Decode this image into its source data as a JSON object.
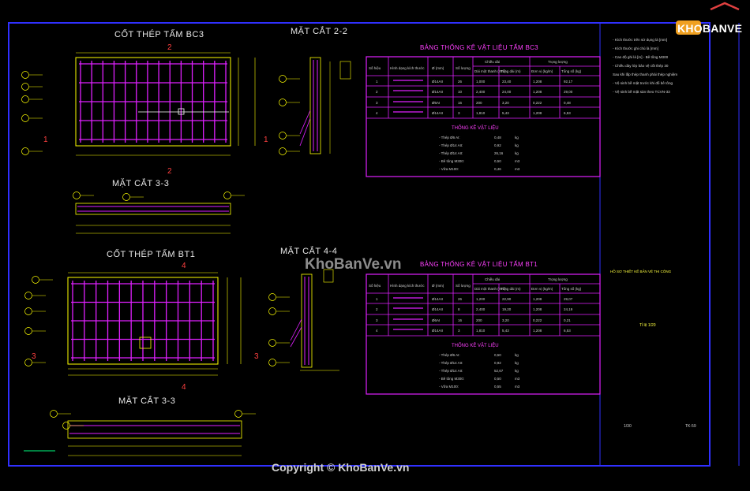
{
  "drawing": {
    "titles": {
      "bc3": "CỐT THÉP TẤM BC3",
      "sec22": "MẶT CẮT 2-2",
      "sec33a": "MẶT CẮT 3-3",
      "bt1": "CỐT THÉP TẤM BT1",
      "sec44": "MẶT CẮT 4-4",
      "sec33b": "MẶT CẮT 3-3"
    },
    "section_marks": [
      "2",
      "2",
      "1",
      "1",
      "4",
      "4",
      "3",
      "3"
    ],
    "table_bc3": {
      "title": "BẢNG THỐNG KÊ VẬT LIỆU TẤM BC3",
      "header": [
        "Số hiệu",
        "Hình dạng kích thước",
        "Ø (mm)",
        "Số lượng",
        "Chiều dài",
        "Trọng lượng"
      ],
      "subheader": [
        "Dài một thanh (mm)",
        "Tổng dài (m)",
        "Đơn vị (kg/m)",
        "Tổng số (kg)"
      ],
      "rows": [
        [
          "1",
          "",
          "Ø14AII",
          "26",
          "1,000",
          "23,40",
          "1,208",
          "92,17"
        ],
        [
          "2",
          "",
          "Ø14AII",
          "10",
          "2,400",
          "24,00",
          "1,208",
          "29,00"
        ],
        [
          "3",
          "",
          "Ø6AI",
          "16",
          "200",
          "3,20",
          "0,222",
          "0,48"
        ],
        [
          "4",
          "",
          "Ø14AII",
          "3",
          "1,810",
          "5,43",
          "1,208",
          "6,53"
        ]
      ],
      "summary_title": "THỐNG KÊ VẬT LIỆU",
      "summary": [
        [
          "- Thép Ø6 AI:",
          "0,48",
          "kg"
        ],
        [
          "- Thép Ø14 AII:",
          "0,92",
          "kg"
        ],
        [
          "- Thép Ø14 AII:",
          "26,16",
          "kg"
        ],
        [
          "- Bê tông M300:",
          "0,50",
          "m3"
        ],
        [
          "- Vữa M100:",
          "0,46",
          "m3"
        ]
      ]
    },
    "table_bt1": {
      "title": "BẢNG THỐNG KÊ VẬT LIỆU TẤM BT1",
      "rows": [
        [
          "1",
          "",
          "Ø14AII",
          "26",
          "1,200",
          "22,90",
          "1,208",
          "29,07"
        ],
        [
          "2",
          "",
          "Ø14AII",
          "8",
          "2,400",
          "19,20",
          "1,208",
          "24,19"
        ],
        [
          "3",
          "",
          "Ø6AI",
          "16",
          "200",
          "3,20",
          "0,222",
          "0,21"
        ],
        [
          "4",
          "",
          "Ø14AII",
          "3",
          "1,810",
          "5,43",
          "1,208",
          "6,53"
        ]
      ],
      "summary": [
        [
          "- Thép Ø6 AI:",
          "0,50",
          "kg"
        ],
        [
          "- Thép Ø14 AII:",
          "0,92",
          "kg"
        ],
        [
          "- Thép Ø14 AII:",
          "52,67",
          "kg"
        ],
        [
          "- Bê tông M300:",
          "0,50",
          "m3"
        ],
        [
          "- Vữa M100:",
          "0,55",
          "m3"
        ]
      ]
    },
    "notes": [
      "- Kích thước trên sử dụng là [mm]",
      "- Kích thước ghi chú là [mm]",
      "- Cao độ ghi là [m] - Bê tông M300",
      "- Chiều dày lớp bảo vệ cốt thép 30",
      "  Sau khi lắp thép thanh phải thép nghiệm",
      "- Vệ sinh bề mặt trước khi đổ bê tông",
      "- Vệ sinh bề mặt sàn theo TCVN-33"
    ],
    "titleblock": {
      "project": "HỒ SƠ THIẾT KẾ BẢN VẼ THI CÔNG",
      "scale": "Tỉ lệ 1/20",
      "sheet": "1/30",
      "code": "TK-59"
    },
    "watermark_center": "KhoBanVe.vn",
    "copyright": "Copyright © KhoBanVe.vn",
    "logo_text": "KHOBANVE"
  }
}
